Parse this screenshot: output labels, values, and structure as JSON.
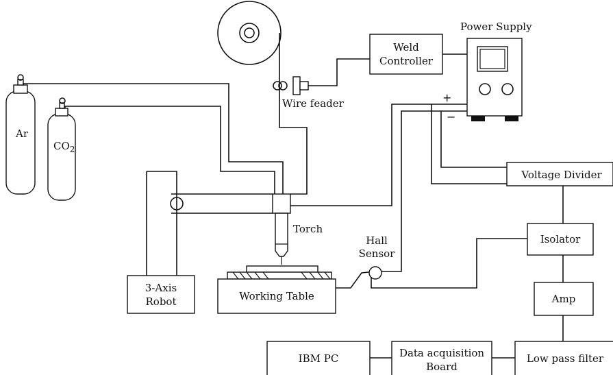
{
  "labels": {
    "power_supply": "Power Supply",
    "weld_controller_1": "Weld",
    "weld_controller_2": "Controller",
    "wire_feeder": "Wire feader",
    "ar": "Ar",
    "co2_main": "CO",
    "co2_sub": "2",
    "torch": "Torch",
    "hall_sensor_1": "Hall",
    "hall_sensor_2": "Sensor",
    "robot_1": "3-Axis",
    "robot_2": "Robot",
    "working_table": "Working Table",
    "voltage_divider": "Voltage Divider",
    "isolator": "Isolator",
    "amp": "Amp",
    "low_pass_filter": "Low pass filter",
    "daq_1": "Data acquisition",
    "daq_2": "Board",
    "ibm_pc": "IBM PC",
    "plus": "+",
    "minus": "−"
  }
}
